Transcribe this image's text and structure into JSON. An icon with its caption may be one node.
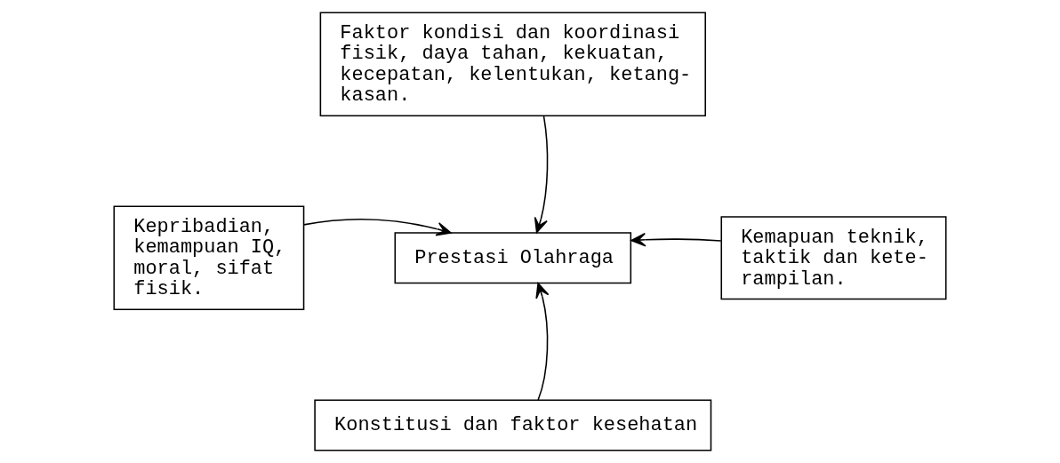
{
  "diagram": {
    "nodes": [
      {
        "text": [
          "Faktor kondisi dan koordinasi fisik, daya tahan, kekuatan, kecepatan, kelentukan, ketang- kasan."
        ]
      },
      {
        "text": [
          "Kepribadian, kemampuan IQ, moral, sifat fisik."
        ]
      },
      {
        "text": [
          "Prestasi Olahraga"
        ]
      },
      {
        "text": [
          "Kemapuan teknik, taktik dan kete- rampilan."
        ]
      },
      {
        "text": [
          "Konstitusi dan faktor kesehatan"
        ]
      }
    ],
    "edges": [
      {
        "from": 0,
        "to": 2,
        "arrow": "to"
      },
      {
        "from": 1,
        "to": 2,
        "arrow": "to"
      },
      {
        "from": 3,
        "to": 2,
        "arrow": "to"
      },
      {
        "from": 4,
        "to": 2,
        "arrow": "to"
      }
    ]
  }
}
